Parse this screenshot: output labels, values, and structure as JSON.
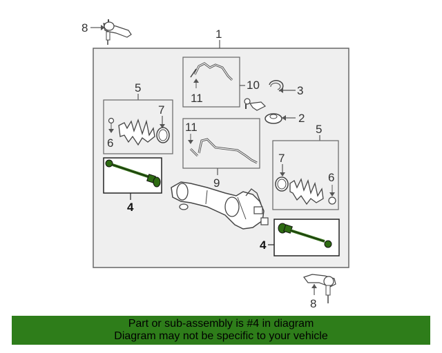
{
  "diagram": {
    "callouts": {
      "assembly": "1",
      "seal_ring": "2",
      "clip": "3",
      "inner_tie_rod_left": "4",
      "inner_tie_rod_right": "4",
      "boot_kit_left": "5",
      "boot_kit_right": "5",
      "clamp_left": "6",
      "clamp_right": "6",
      "outer_clamp_left": "7",
      "outer_clamp_right": "7",
      "tie_rod_end_top": "8",
      "tie_rod_end_bottom": "8",
      "pipe_kit_lower": "9",
      "pipe_kit_upper": "10",
      "pipe_upper": "11",
      "pipe_lower": "11"
    },
    "colors": {
      "highlight": "#2e6b12",
      "panel": "#efefef",
      "line": "#555555"
    }
  },
  "footer": {
    "line1": "Part or sub-assembly is #4 in diagram",
    "line2": "Diagram may not be specific to your vehicle",
    "background": "#2e7d1a"
  }
}
